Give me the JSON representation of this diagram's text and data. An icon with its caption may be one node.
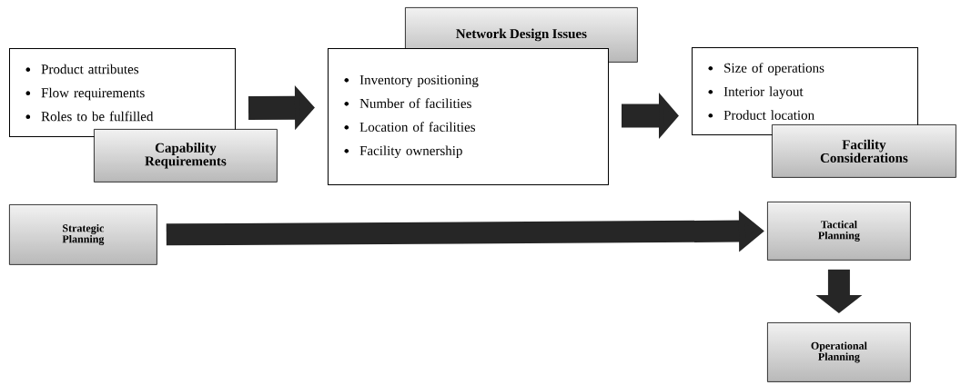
{
  "diagram": {
    "nodes": [
      {
        "text": [
          "Product attributes",
          "Flow requirements",
          "Roles to be fulfilled"
        ]
      },
      {
        "text": [
          "Capability Requirements"
        ]
      },
      {
        "text": [
          "Network Design Issues"
        ]
      },
      {
        "text": [
          "Inventory positioning",
          "Number of facilities",
          "Location of facilities",
          "Facility ownership"
        ]
      },
      {
        "text": [
          "Size of operations",
          "Interior layout",
          "Product location"
        ]
      },
      {
        "text": [
          "Facility Considerations"
        ]
      },
      {
        "text": [
          "Strategic Planning"
        ]
      },
      {
        "text": [
          "Tactical Planning"
        ]
      },
      {
        "text": [
          "Operational Planning"
        ]
      }
    ],
    "edges": [
      {
        "from": 0,
        "to": 3,
        "arrow": "to"
      },
      {
        "from": 3,
        "to": 4,
        "arrow": "to"
      },
      {
        "from": 6,
        "to": 7,
        "arrow": "to"
      },
      {
        "from": 7,
        "to": 8,
        "arrow": "to"
      }
    ]
  }
}
